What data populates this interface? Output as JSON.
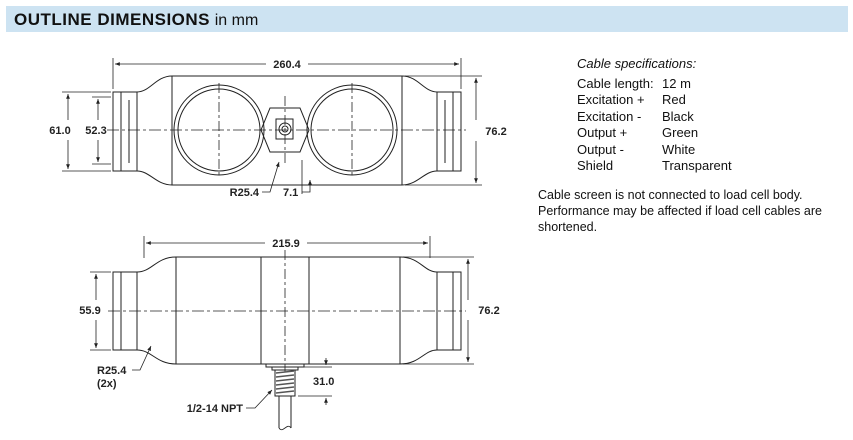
{
  "header": {
    "title": "OUTLINE DIMENSIONS",
    "unit": "in mm"
  },
  "top_view": {
    "overall_length": "260.4",
    "height_outer": "61.0",
    "height_inner": "52.3",
    "body_height": "76.2",
    "radius": "R25.4",
    "offset": "7.1"
  },
  "side_view": {
    "length": "215.9",
    "height": "55.9",
    "body_height": "76.2",
    "radius_label": "R25.4",
    "radius_count": "(2x)",
    "thread": "1/2-14 NPT",
    "fitting_length": "31.0"
  },
  "cable": {
    "title": "Cable specifications:",
    "rows": [
      {
        "label": "Cable length:",
        "value": "12 m"
      },
      {
        "label": "Excitation +",
        "value": "Red"
      },
      {
        "label": "Excitation -",
        "value": "Black"
      },
      {
        "label": "Output +",
        "value": "Green"
      },
      {
        "label": "Output -",
        "value": "White"
      },
      {
        "label": "Shield",
        "value": "Transparent"
      }
    ],
    "note_1": "Cable screen is not connected to load cell body.",
    "note_2": "Performance may be affected if load cell cables are shortened."
  }
}
